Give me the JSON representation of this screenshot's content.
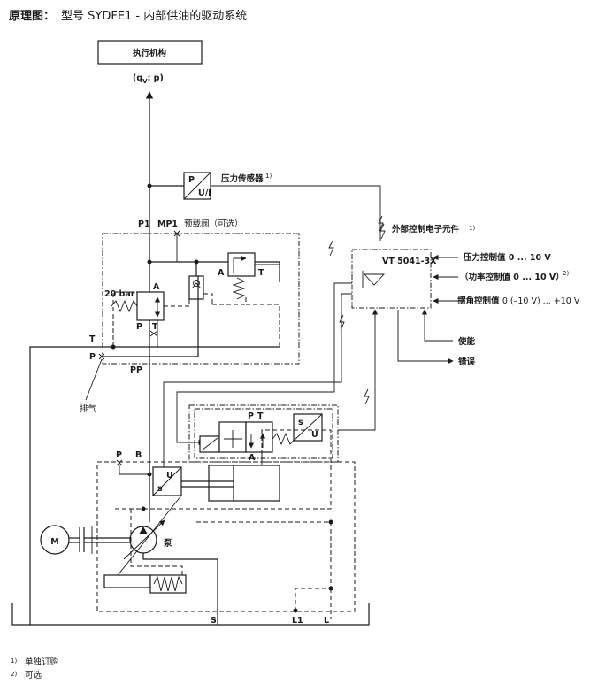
{
  "title": {
    "prefix": "原理图：",
    "text": "型号 SYDFE1 - 内部供油的驱动系统"
  },
  "actuator": {
    "label": "执行机构",
    "flow_label": "(q",
    "flow_sub": "V",
    "flow_rest": "; p)"
  },
  "pressure_sensor": {
    "label": "压力传感器",
    "note": "1)",
    "p": "P",
    "ui": "U/I"
  },
  "ports": {
    "p1": "P1",
    "mp1": "MP1",
    "preload_valve": "预载阀（可选）",
    "a": "A",
    "p": "P",
    "t": "T",
    "bar20": "20 bar",
    "t_left": "T",
    "p_left": "P",
    "pp": "PP",
    "exhaust": "排气",
    "b": "B",
    "s": "S",
    "l1": "L1",
    "l": "L",
    "valve_p": "P",
    "valve_t": "T",
    "valve_a": "A"
  },
  "electronics": {
    "label": "外部控制电子元件",
    "note": "1)",
    "module": "VT 5041-3X",
    "inputs": [
      {
        "label": "压力控制值 0 ... 10 V",
        "note": ""
      },
      {
        "label": "（功率控制值 0 ... 10 V）",
        "note": "2)"
      },
      {
        "label": "摆角控制值 ",
        "suffix": "0 (–10 V) ... +10 V",
        "note": ""
      }
    ],
    "enable": "使能",
    "error": "错误"
  },
  "sensor_su": {
    "s": "s",
    "u": "U"
  },
  "motor": "M",
  "pump": "泵",
  "footnotes": [
    {
      "num": "1)",
      "text": "单独订购"
    },
    {
      "num": "2)",
      "text": "可选"
    }
  ]
}
